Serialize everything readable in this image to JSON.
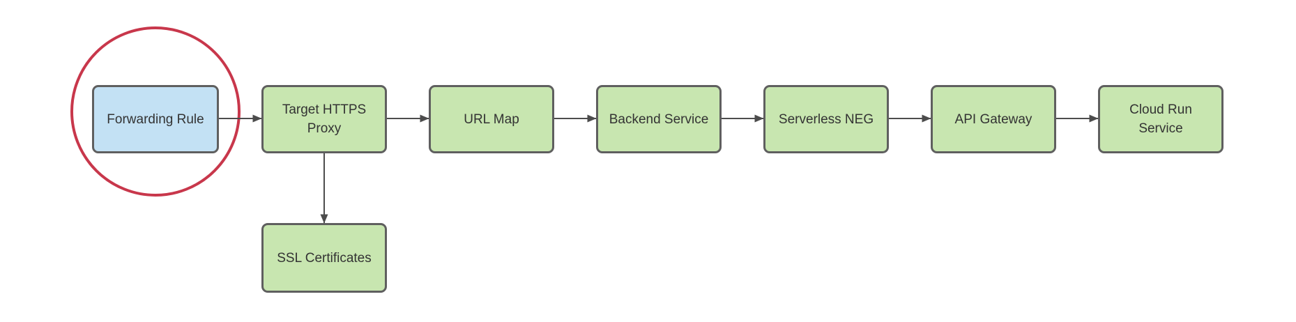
{
  "diagram": {
    "description": "Flow diagram of a Google Cloud HTTPS load-balancing path to Cloud Run",
    "nodes": [
      {
        "id": "forwarding-rule",
        "label": "Forwarding Rule",
        "fill": "#c3e1f4",
        "shape": "rounded-rect",
        "highlighted": true
      },
      {
        "id": "target-https-proxy",
        "label": "Target HTTPS\nProxy",
        "fill": "#c8e6b0",
        "shape": "rounded-rect",
        "highlighted": false
      },
      {
        "id": "url-map",
        "label": "URL Map",
        "fill": "#c8e6b0",
        "shape": "rounded-rect",
        "highlighted": false
      },
      {
        "id": "backend-service",
        "label": "Backend Service",
        "fill": "#c8e6b0",
        "shape": "rounded-rect",
        "highlighted": false
      },
      {
        "id": "serverless-neg",
        "label": "Serverless NEG",
        "fill": "#c8e6b0",
        "shape": "rounded-rect",
        "highlighted": false
      },
      {
        "id": "api-gateway",
        "label": "API Gateway",
        "fill": "#c8e6b0",
        "shape": "rounded-rect",
        "highlighted": false
      },
      {
        "id": "cloud-run-service",
        "label": "Cloud Run\nService",
        "fill": "#c8e6b0",
        "shape": "rounded-rect",
        "highlighted": false
      },
      {
        "id": "ssl-certificates",
        "label": "SSL Certificates",
        "fill": "#c8e6b0",
        "shape": "rounded-rect",
        "highlighted": false
      }
    ],
    "edges": [
      {
        "from": "forwarding-rule",
        "to": "target-https-proxy",
        "direction": "right"
      },
      {
        "from": "target-https-proxy",
        "to": "url-map",
        "direction": "right"
      },
      {
        "from": "url-map",
        "to": "backend-service",
        "direction": "right"
      },
      {
        "from": "backend-service",
        "to": "serverless-neg",
        "direction": "right"
      },
      {
        "from": "serverless-neg",
        "to": "api-gateway",
        "direction": "right"
      },
      {
        "from": "api-gateway",
        "to": "cloud-run-service",
        "direction": "right"
      },
      {
        "from": "target-https-proxy",
        "to": "ssl-certificates",
        "direction": "down"
      }
    ],
    "annotations": [
      {
        "type": "circle-highlight",
        "around": "forwarding-rule",
        "color": "#c8374b"
      }
    ],
    "colors": {
      "background": "#ffffff",
      "node_border": "#5f5f5f",
      "node_green_fill": "#c8e6b0",
      "node_blue_fill": "#c3e1f4",
      "connector": "#4c4c4c",
      "highlight_red": "#c8374b",
      "text": "#333333"
    }
  }
}
